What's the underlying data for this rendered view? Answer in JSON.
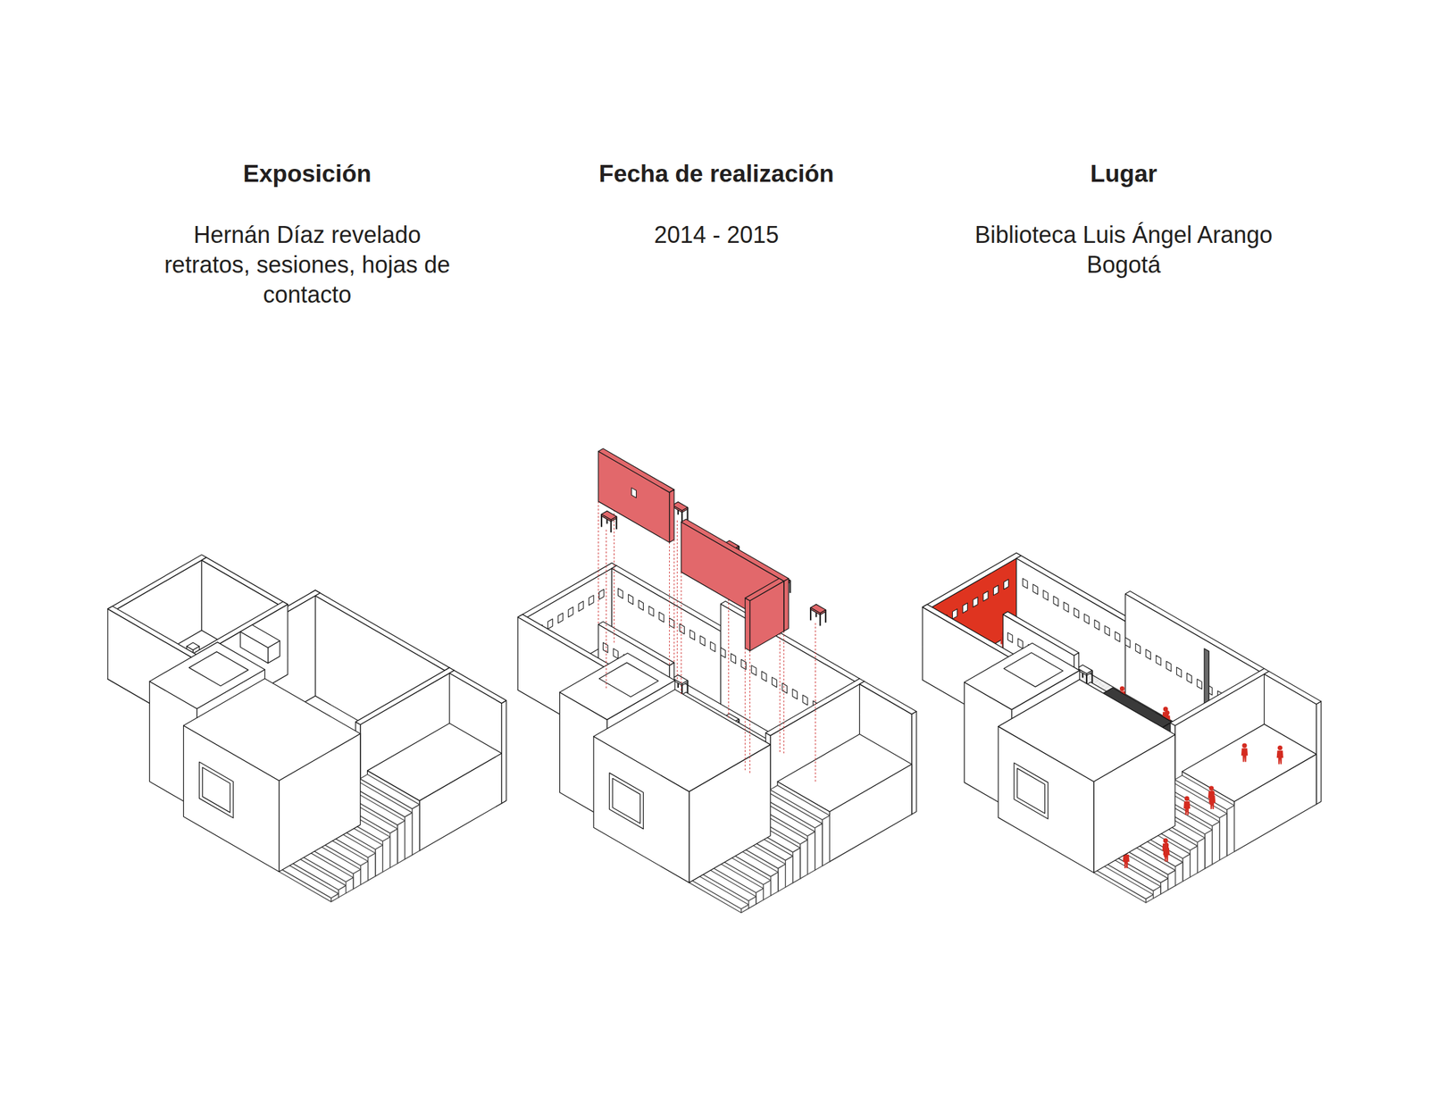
{
  "diagram": {
    "labels": [
      "Exposición",
      "Hernán Díaz revelado retratos, sesiones, hojas de contacto",
      "Fecha de realización",
      "2014 - 2015",
      "Lugar",
      "Biblioteca Luis Ángel Arango Bogotá"
    ]
  }
}
